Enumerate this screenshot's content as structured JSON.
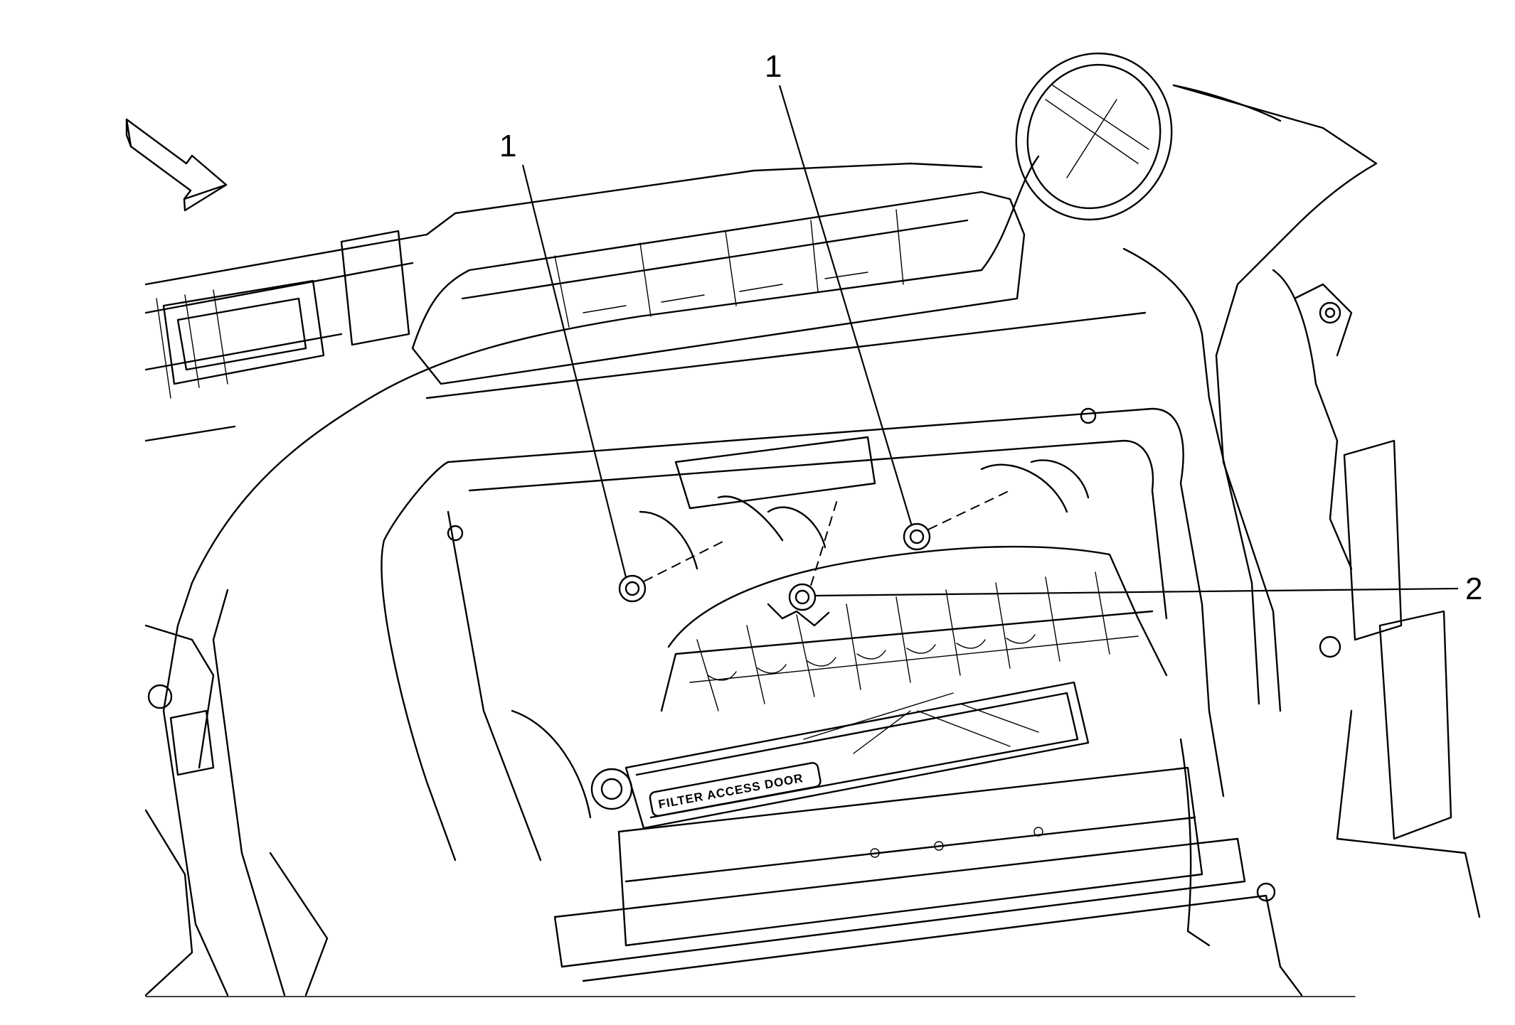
{
  "callouts": [
    {
      "label": "1"
    },
    {
      "label": "1"
    },
    {
      "label": "2"
    }
  ],
  "door_label": "FILTER ACCESS DOOR",
  "icons": {
    "view_arrow": "direction-arrow-icon"
  }
}
